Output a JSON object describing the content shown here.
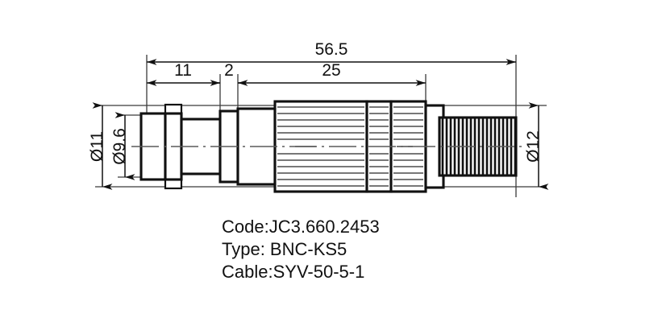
{
  "drawing": {
    "title": "BNC-KS5 coaxial connector outline drawing",
    "units": "mm",
    "background_color": "#ffffff",
    "line_color": "#111111",
    "linear_dimensions": [
      {
        "name": "overall-length",
        "label": "56.5",
        "value": 56.5
      },
      {
        "name": "coupling-nut-length",
        "label": "11",
        "value": 11
      },
      {
        "name": "bayonet-step-length",
        "label": "2",
        "value": 2
      },
      {
        "name": "knurled-body-length",
        "label": "25",
        "value": 25
      }
    ],
    "diameter_dimensions": [
      {
        "name": "coupling-nut-diameter",
        "label": "Ø11",
        "value": 11
      },
      {
        "name": "inner-sleeve-diameter",
        "label": "Ø9.6",
        "value": 9.6
      },
      {
        "name": "boot-diameter",
        "label": "Ø12",
        "value": 12
      }
    ]
  },
  "notes": {
    "code_line": "Code:JC3.660.2453",
    "type_line": "Type: BNC-KS5",
    "cable_line": "Cable:SYV-50-5-1"
  }
}
